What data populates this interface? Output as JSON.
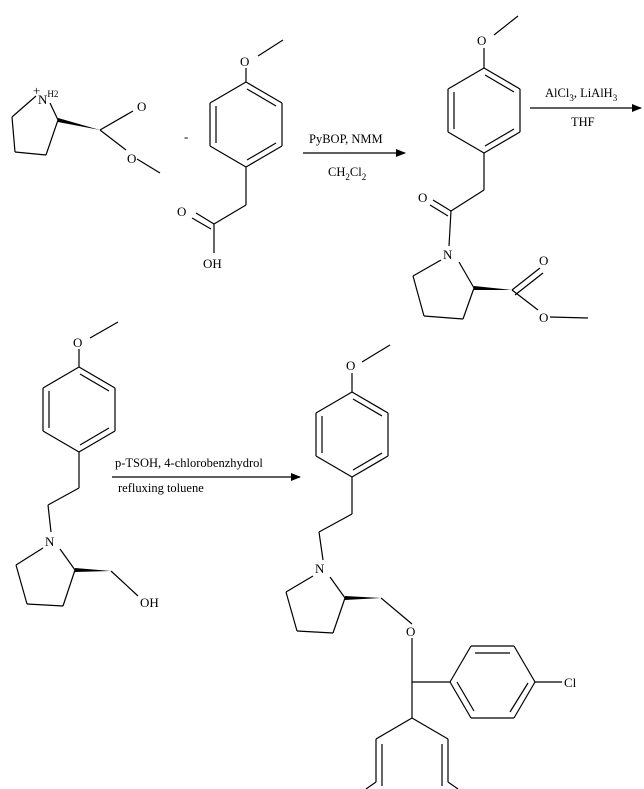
{
  "molecules": [
    {
      "id": "proline-ester",
      "labels": [
        {
          "key": "N",
          "text": "N",
          "sub": "H2",
          "charge": "+"
        },
        {
          "key": "O1",
          "text": "O"
        },
        {
          "key": "O2",
          "text": "O"
        }
      ]
    },
    {
      "id": "methoxyphenylacetic-acid",
      "labels": [
        {
          "key": "O1",
          "text": "O"
        },
        {
          "key": "O2",
          "text": "O"
        },
        {
          "key": "OH",
          "text": "OH"
        }
      ]
    },
    {
      "id": "amide-ester",
      "labels": [
        {
          "key": "O1",
          "text": "O"
        },
        {
          "key": "O2",
          "text": "O"
        },
        {
          "key": "N",
          "text": "N"
        },
        {
          "key": "O3",
          "text": "O"
        },
        {
          "key": "O4",
          "text": "O"
        }
      ]
    },
    {
      "id": "prolinol-amine",
      "labels": [
        {
          "key": "O1",
          "text": "O"
        },
        {
          "key": "N",
          "text": "N"
        },
        {
          "key": "OH",
          "text": "OH"
        }
      ]
    },
    {
      "id": "benzhydryl-ether-product",
      "labels": [
        {
          "key": "O1",
          "text": "O"
        },
        {
          "key": "N",
          "text": "N"
        },
        {
          "key": "O2",
          "text": "O"
        },
        {
          "key": "Cl",
          "text": "Cl"
        }
      ]
    }
  ],
  "plus_sign": "-",
  "steps": [
    {
      "above": "PyBOP, NMM",
      "below": {
        "main": "CH",
        "sub1": "2",
        "main2": "Cl",
        "sub2": "2"
      }
    },
    {
      "above": {
        "main": "AlCl",
        "sub1": "3",
        "mid": ", LiAlH",
        "sub2": "3"
      },
      "below": "THF"
    },
    {
      "above": "p-TSOH, 4-chlorobenzhydrol",
      "below": "refluxing toluene"
    }
  ]
}
